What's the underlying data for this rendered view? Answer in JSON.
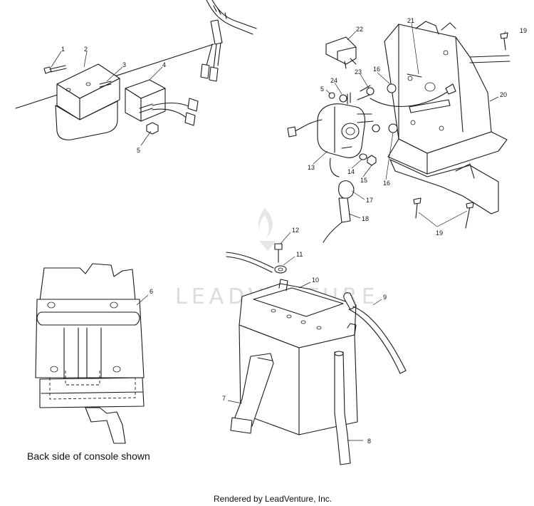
{
  "callouts": [
    "1",
    "2",
    "3",
    "4",
    "5",
    "5",
    "6",
    "7",
    "8",
    "9",
    "10",
    "11",
    "12",
    "13",
    "14",
    "15",
    "16",
    "16",
    "17",
    "18",
    "19",
    "19",
    "20",
    "21",
    "22",
    "23",
    "24"
  ],
  "caption": "Back side of console shown",
  "watermark": "LEADVENTURE",
  "footer": "Rendered by LeadVenture, Inc."
}
